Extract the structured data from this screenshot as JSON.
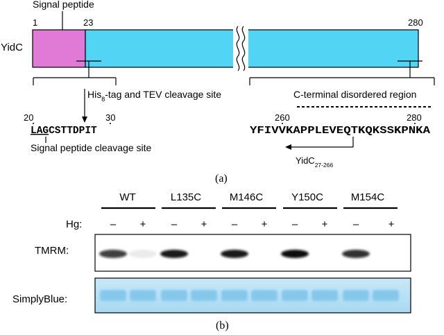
{
  "panel_a": {
    "signal_peptide_label": "Signal peptide",
    "protein_name": "YidC",
    "pos_start": "1",
    "pos_signal_end": "23",
    "pos_end": "280",
    "his_tag_label_pre": "His",
    "his_tag_sub": "8",
    "his_tag_label_post": "-tag and TEV cleavage site",
    "cterm_label": "C-terminal disordered region",
    "num_20": "20",
    "num_30": "30",
    "num_260": "260",
    "num_280": "280",
    "nterm_seq_underlined": "LAG",
    "nterm_seq_rest": "CSTTDPIT",
    "signal_cleavage_label": "Signal peptide cleavage site",
    "cterm_seq": "YFIVVKAPPLEVEQTKQKSSKPNKA",
    "construct_pre": "YidC",
    "construct_sub": "27-266",
    "caption": "(a)"
  },
  "panel_b": {
    "lanes": [
      "WT",
      "L135C",
      "M146C",
      "Y150C",
      "M154C"
    ],
    "hg_label": "Hg:",
    "minus": "–",
    "plus": "+",
    "tmrm_label": "TMRM:",
    "simplyblue_label": "SimplyBlue:",
    "caption": "(b)",
    "tmrm_band_intensity": [
      0.8,
      0.08,
      0.95,
      0.0,
      0.95,
      0.0,
      1.0,
      0.0,
      0.85,
      0.0
    ]
  },
  "colors": {
    "signal_peptide": "#e07ad6",
    "mature": "#52d4f5",
    "stain": "#a8d9f2",
    "stain_band": "#86c8ec"
  }
}
